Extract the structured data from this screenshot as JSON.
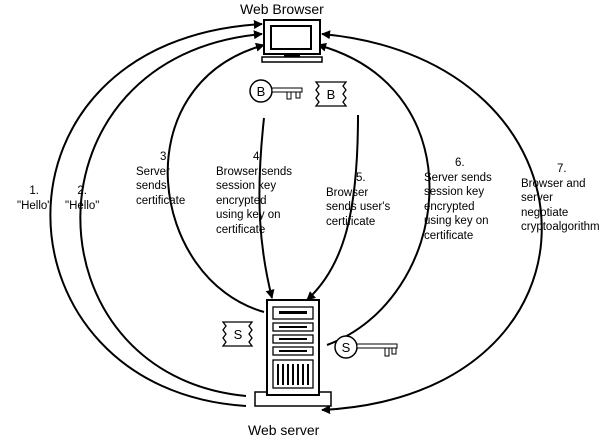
{
  "nodes": {
    "browser": {
      "label": "Web Browser"
    },
    "server": {
      "label": "Web server"
    }
  },
  "keys": {
    "browser_key": "B",
    "browser_cert": "B",
    "server_key": "S",
    "server_cert": "S"
  },
  "steps": [
    {
      "number": "1.",
      "text": "\"Hello\""
    },
    {
      "number": "2.",
      "text": "\"Hello\""
    },
    {
      "number": "3.",
      "text": "Server\nsends\ncertificate"
    },
    {
      "number": "4.",
      "text": "Browser sends\nsession key\nencrypted\nusing key on\ncertificate"
    },
    {
      "number": "5.",
      "text": "Browser\nsends user's\ncertificate"
    },
    {
      "number": "6.",
      "text": "Server sends\nsession key\nencrypted\nusing key on\ncertificate"
    },
    {
      "number": "7.",
      "text": "Browser and\nserver\nnegotiate\ncryptoalgorithm"
    }
  ]
}
